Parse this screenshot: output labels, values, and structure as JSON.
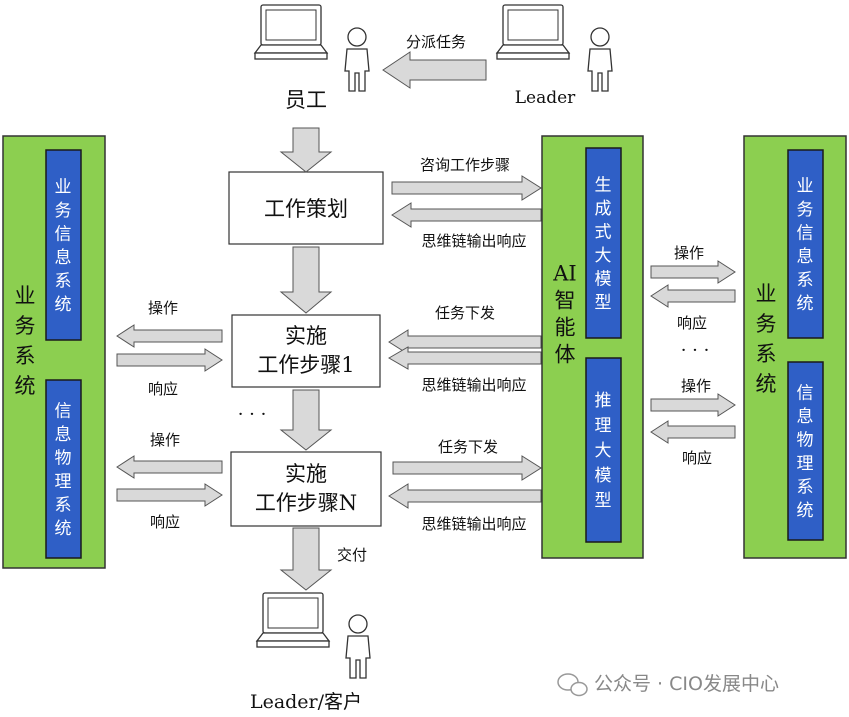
{
  "top": {
    "employee_label": "员工",
    "leader_label": "Leader",
    "assign_label": "分派任务"
  },
  "left_system": {
    "title": "业务系统",
    "box1": "业务信息系统",
    "box2": "信息物理系统"
  },
  "middle": {
    "planning": "工作策划",
    "impl1_line1": "实施",
    "impl1_line2": "工作步骤1",
    "implN_line1": "实施",
    "implN_line2": "工作步骤N",
    "ellipsis": "· · ·",
    "deliver_label": "交付",
    "bottom_label": "Leader/客户"
  },
  "left_arrows": {
    "op1": "操作",
    "resp1": "响应",
    "op2": "操作",
    "resp2": "响应"
  },
  "center_arrows": {
    "consult": "咨询工作步骤",
    "cot1": "思维链输出响应",
    "task1": "任务下发",
    "cot2": "思维链输出响应",
    "task2": "任务下发",
    "cot3": "思维链输出响应"
  },
  "ai_agent": {
    "title": "AI智能体",
    "model1": "生成式大模型",
    "model2": "推理大模型"
  },
  "right_arrows": {
    "op1": "操作",
    "resp1": "响应",
    "ellipsis": "· · ·",
    "op2": "操作",
    "resp2": "响应"
  },
  "right_system": {
    "title": "业务系统",
    "box1": "业务信息系统",
    "box2": "信息物理系统"
  },
  "watermark": "公众号 · CIO发展中心"
}
